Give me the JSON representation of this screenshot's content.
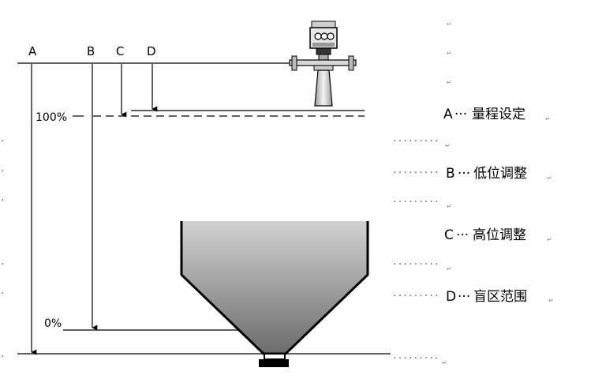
{
  "diagram": {
    "column_labels": {
      "a": "A",
      "b": "B",
      "c": "C",
      "d": "D"
    },
    "level_labels": {
      "full": "100%",
      "empty": "0%"
    },
    "legend": [
      {
        "key": "A",
        "text": "量程设定"
      },
      {
        "key": "B",
        "text": "低位调整"
      },
      {
        "key": "C",
        "text": "高位调整"
      },
      {
        "key": "D",
        "text": "盲区范围"
      }
    ],
    "legend_separator": "···",
    "leader_dots": "·········",
    "paragraph_mark": "↵"
  },
  "colors": {
    "line": "#000000",
    "hopper_top": "#d2d2d2",
    "hopper_bottom": "#6c6c6c",
    "sensor_body": "#e6e6e6"
  }
}
